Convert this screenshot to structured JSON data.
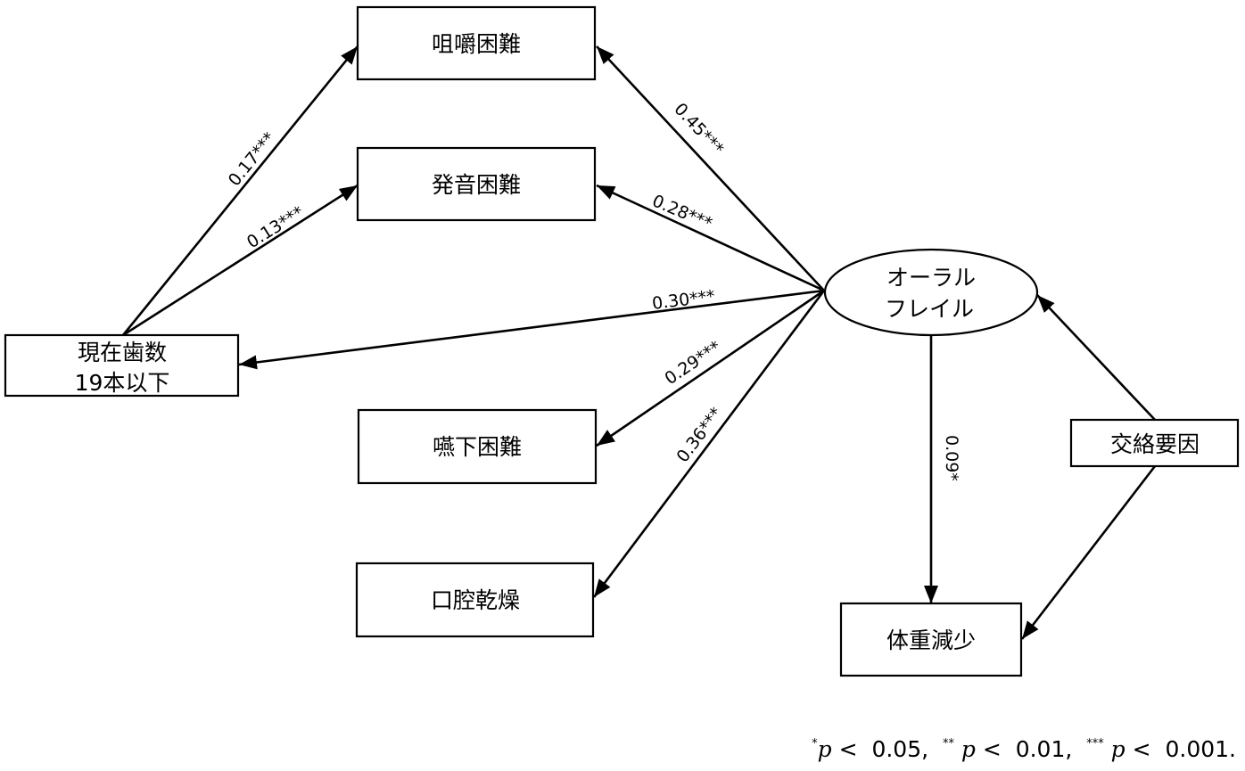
{
  "diagram": {
    "type": "path-diagram",
    "nodes": {
      "chewing": {
        "label": "咀嚼困難",
        "shape": "rect"
      },
      "speech": {
        "label": "発音困難",
        "shape": "rect"
      },
      "teeth": {
        "label_line1": "現在歯数",
        "label_line2": "19本以下",
        "shape": "rect"
      },
      "swallow": {
        "label": "嚥下困難",
        "shape": "rect"
      },
      "dry_mouth": {
        "label": "口腔乾燥",
        "shape": "rect"
      },
      "oral_frailty": {
        "label_line1": "オーラル",
        "label_line2": "フレイル",
        "shape": "ellipse"
      },
      "confounders": {
        "label": "交絡要因",
        "shape": "rect"
      },
      "weight_loss": {
        "label": "体重減少",
        "shape": "rect"
      }
    },
    "paths": [
      {
        "from": "teeth",
        "to": "chewing",
        "coef": "0.17",
        "sig": "***"
      },
      {
        "from": "teeth",
        "to": "speech",
        "coef": "0.13",
        "sig": "***"
      },
      {
        "from": "oral_frailty",
        "to": "chewing",
        "coef": "0.45",
        "sig": "***"
      },
      {
        "from": "oral_frailty",
        "to": "speech",
        "coef": "0.28",
        "sig": "***"
      },
      {
        "from": "oral_frailty",
        "to": "teeth",
        "coef": "0.30",
        "sig": "***"
      },
      {
        "from": "oral_frailty",
        "to": "swallow",
        "coef": "0.29",
        "sig": "***"
      },
      {
        "from": "oral_frailty",
        "to": "dry_mouth",
        "coef": "0.36",
        "sig": "***"
      },
      {
        "from": "oral_frailty",
        "to": "weight_loss",
        "coef": "0.09",
        "sig": "*"
      },
      {
        "from": "confounders",
        "to": "oral_frailty",
        "coef": "",
        "sig": ""
      },
      {
        "from": "confounders",
        "to": "weight_loss",
        "coef": "",
        "sig": ""
      }
    ],
    "labels": {
      "p_teeth_chewing": "0.17***",
      "p_teeth_speech": "0.13***",
      "p_of_chewing": "0.45***",
      "p_of_speech": "0.28***",
      "p_of_teeth": "0.30***",
      "p_of_swallow": "0.29***",
      "p_of_dry": "0.36***",
      "p_of_weight": "0.09*"
    }
  },
  "footnote": {
    "s1": "*",
    "p1": "p",
    "t1": " <  0.05,  ",
    "s2": "**",
    "p2": "p",
    "t2": " <  0.01,  ",
    "s3": "***",
    "p3": "p",
    "t3": " <  0.001."
  }
}
